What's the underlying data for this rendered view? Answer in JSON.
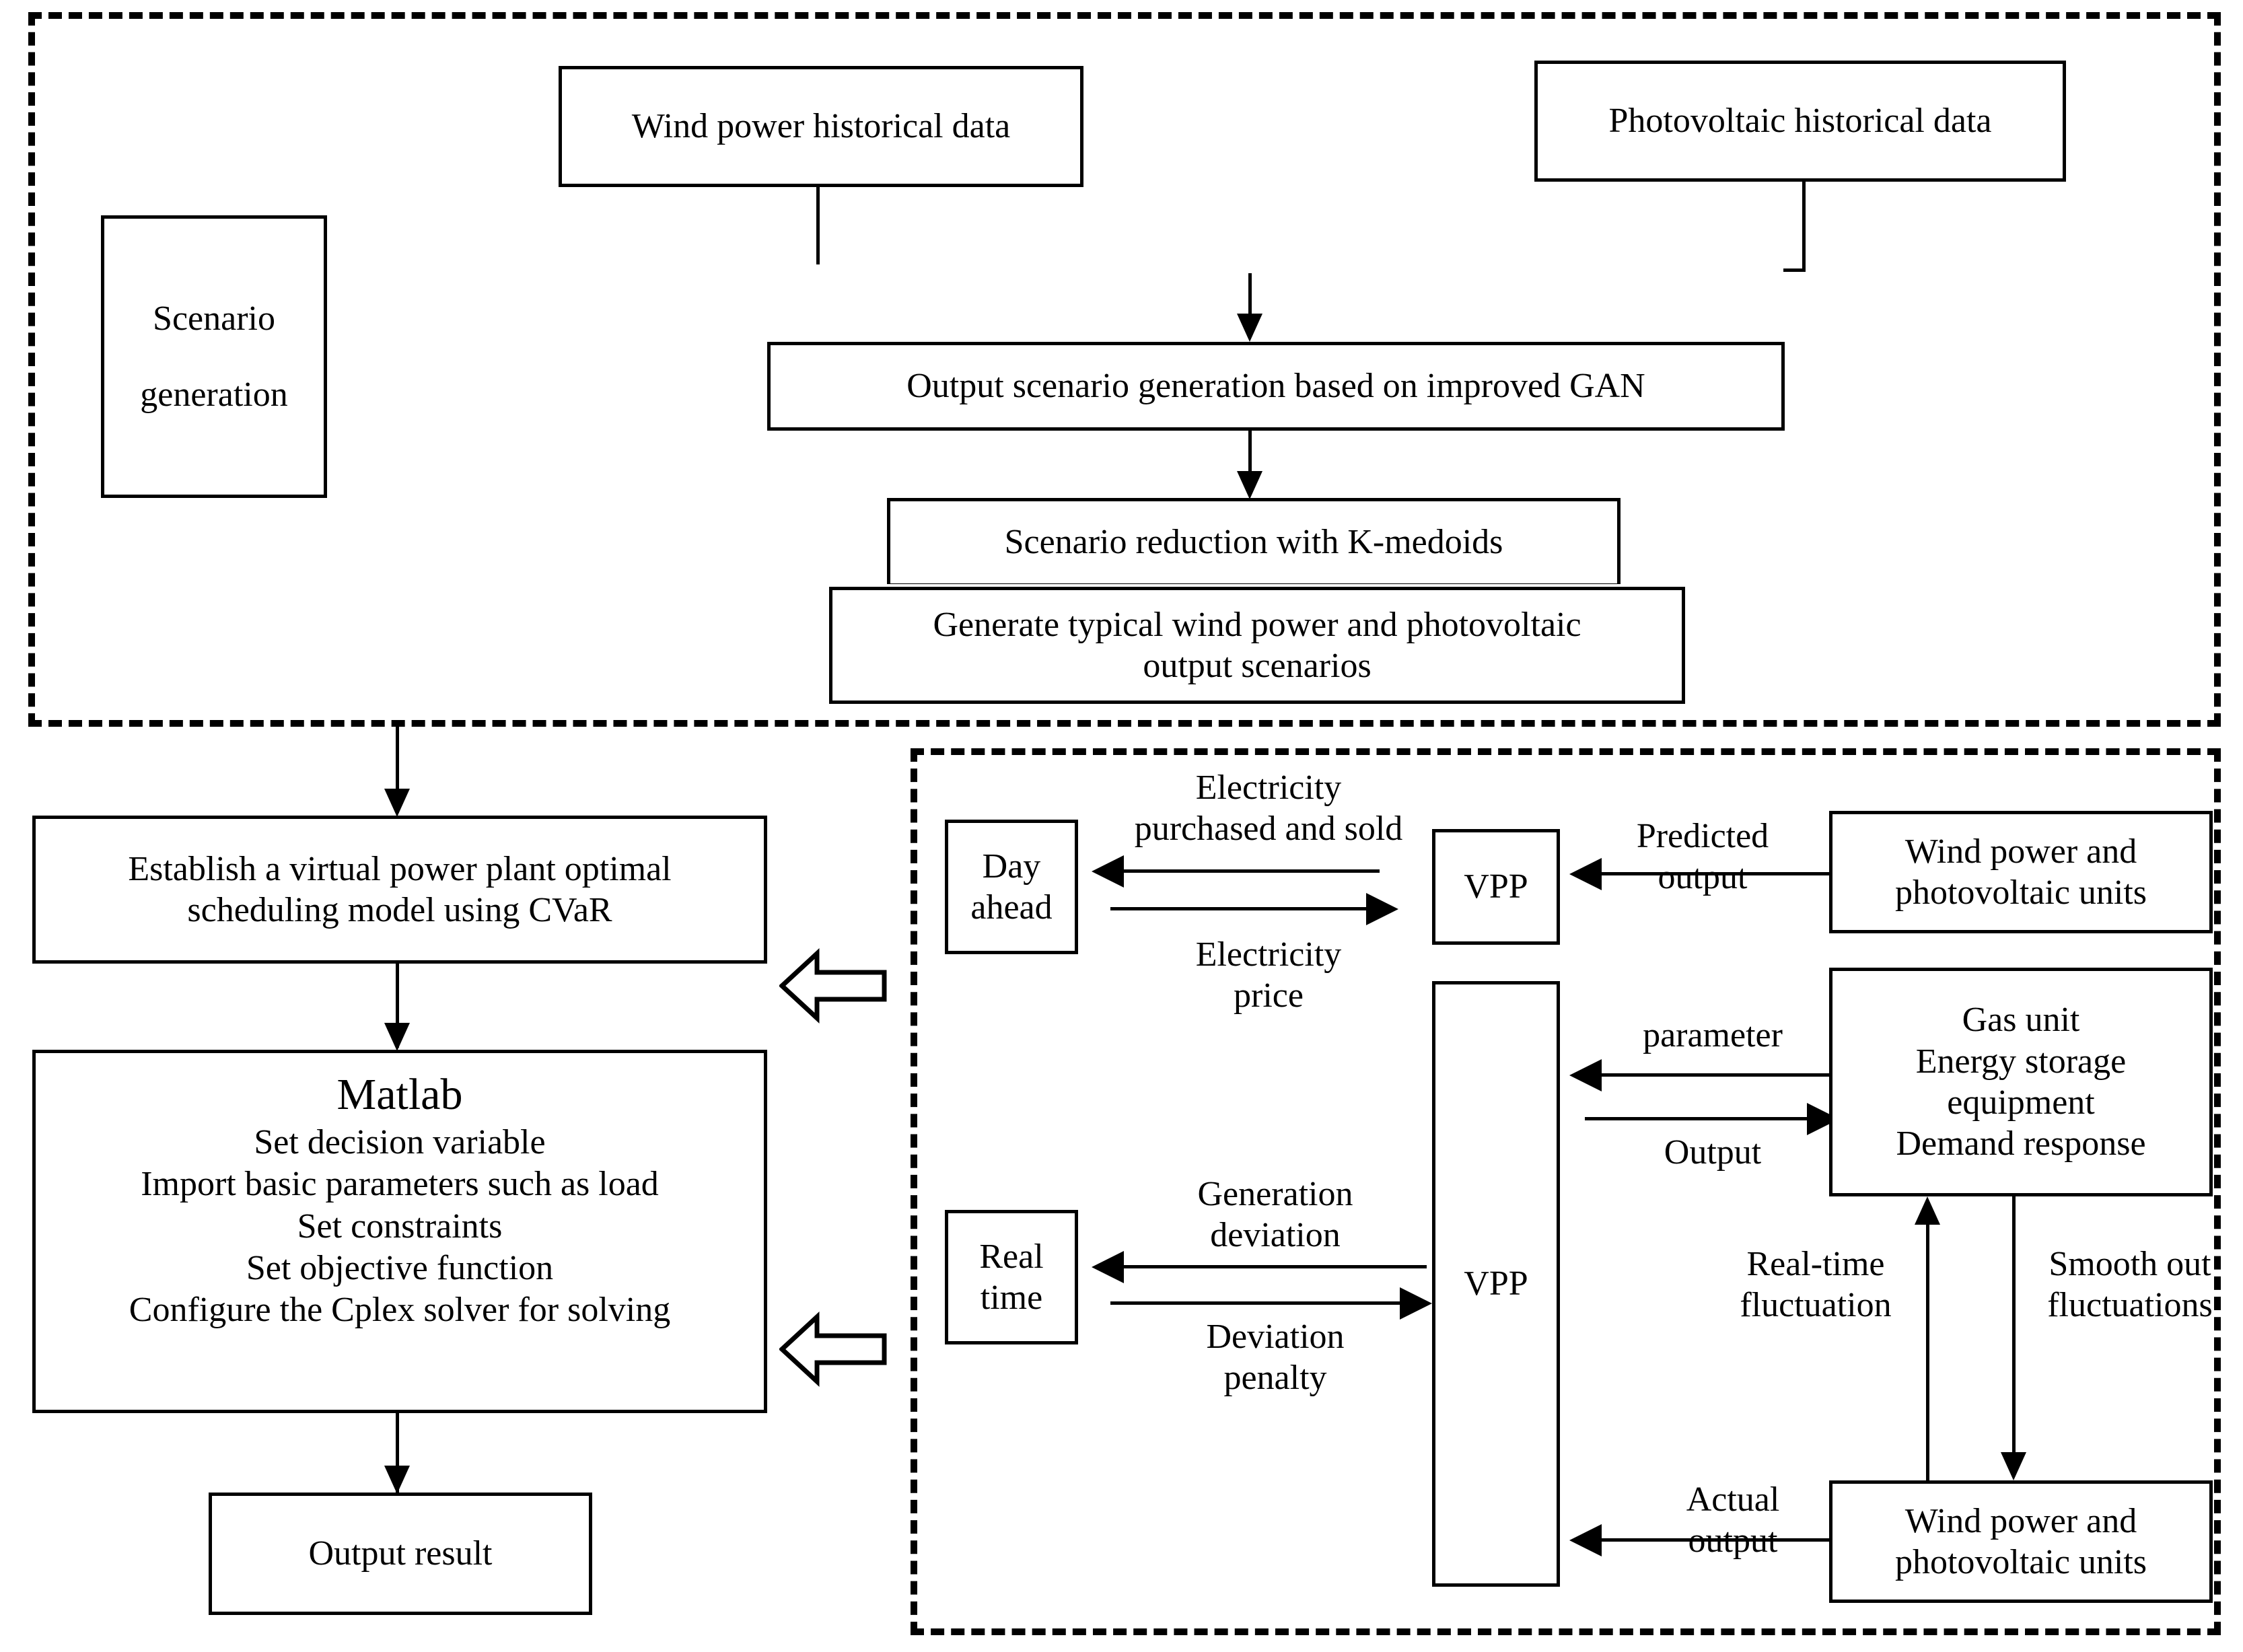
{
  "diagram": {
    "title": "Virtual power plant optimal scheduling flowchart",
    "sections": {
      "scenario_generation": {
        "label_line1": "Scenario",
        "label_line2": "generation"
      }
    },
    "boxes": {
      "wind_historical": "Wind power historical data",
      "pv_historical": "Photovoltaic historical data",
      "gan_generation": "Output scenario generation based on improved GAN",
      "kmedoids": "Scenario reduction with K-medoids",
      "typical_line1": "Generate typical wind power and photovoltaic",
      "typical_line2": "output scenarios",
      "establish_line1": "Establish a virtual power plant optimal",
      "establish_line2": "scheduling model  using CVaR",
      "matlab_title": "Matlab",
      "matlab_lines": [
        "Set decision variable",
        "Import basic parameters such as load",
        "Set constraints",
        "Set objective function",
        "Configure the Cplex solver for solving"
      ],
      "output_result": "Output result",
      "day_ahead_line1": "Day",
      "day_ahead_line2": "ahead",
      "real_time_line1": "Real",
      "real_time_line2": "time",
      "vpp_top": "VPP",
      "vpp_tall": "VPP",
      "wind_pv_units_top_line1": "Wind power and",
      "wind_pv_units_top_line2": "photovoltaic units",
      "resources_line1": "Gas unit",
      "resources_line2": "Energy storage",
      "resources_line3": "equipment",
      "resources_line4": "Demand response",
      "wind_pv_units_bottom_line1": "Wind power and",
      "wind_pv_units_bottom_line2": "photovoltaic units"
    },
    "edge_labels": {
      "electricity_purchased_line1": "Electricity",
      "electricity_purchased_line2": "purchased and sold",
      "electricity_price_line1": "Electricity",
      "electricity_price_line2": "price",
      "predicted_output_line1": "Predicted",
      "predicted_output_line2": "output",
      "parameter": "parameter",
      "output": "Output",
      "generation_deviation_line1": "Generation",
      "generation_deviation_line2": "deviation",
      "deviation_penalty_line1": "Deviation",
      "deviation_penalty_line2": "penalty",
      "real_time_fluctuation_line1": "Real-time",
      "real_time_fluctuation_line2": "fluctuation",
      "smooth_out_line1": "Smooth out",
      "smooth_out_line2": "fluctuations",
      "actual_output_line1": "Actual",
      "actual_output_line2": "output"
    },
    "colors": {
      "stroke": "#000000",
      "background": "#ffffff"
    }
  }
}
